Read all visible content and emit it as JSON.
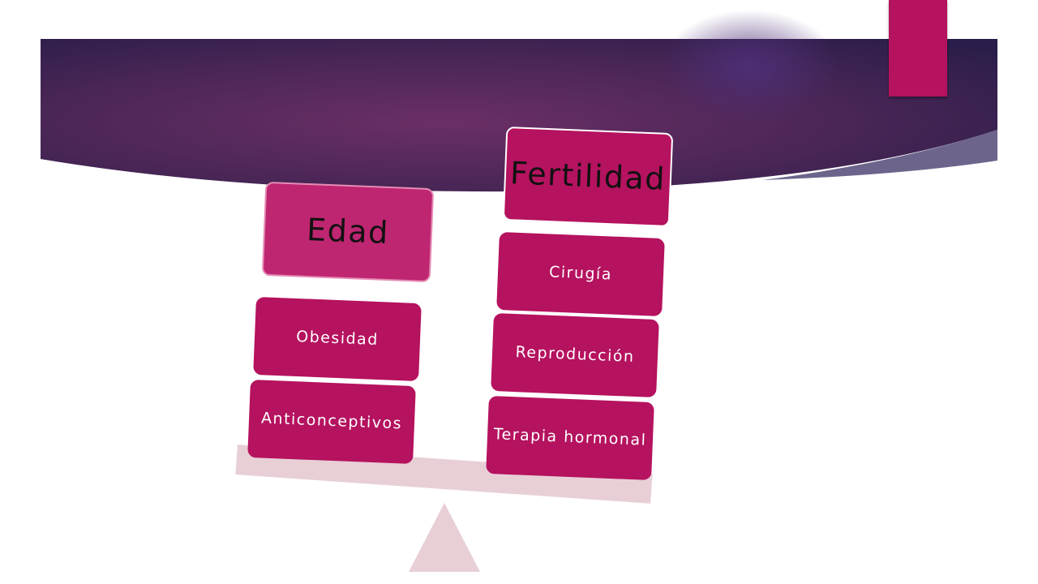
{
  "colors": {
    "banner_dark": "#2a1d49",
    "banner_mid": "#6b2f66",
    "banner_glow": "#4a2b6e",
    "accent_tab": "#b5125f",
    "block_fill": "#b5125f",
    "block_top_left": "#bf2671",
    "block_text_light": "#ffffff",
    "block_text_dark": "#111111",
    "beam": "#e8cfd6",
    "fulcrum": "#e8cfd6"
  },
  "diagram": {
    "left_stack": {
      "top_label": "Edad",
      "items": [
        "Obesidad",
        "Anticonceptivos"
      ]
    },
    "right_stack": {
      "top_label": "Fertilidad",
      "items": [
        "Cirugía",
        "Reproducción",
        "Terapia hormonal"
      ]
    }
  }
}
